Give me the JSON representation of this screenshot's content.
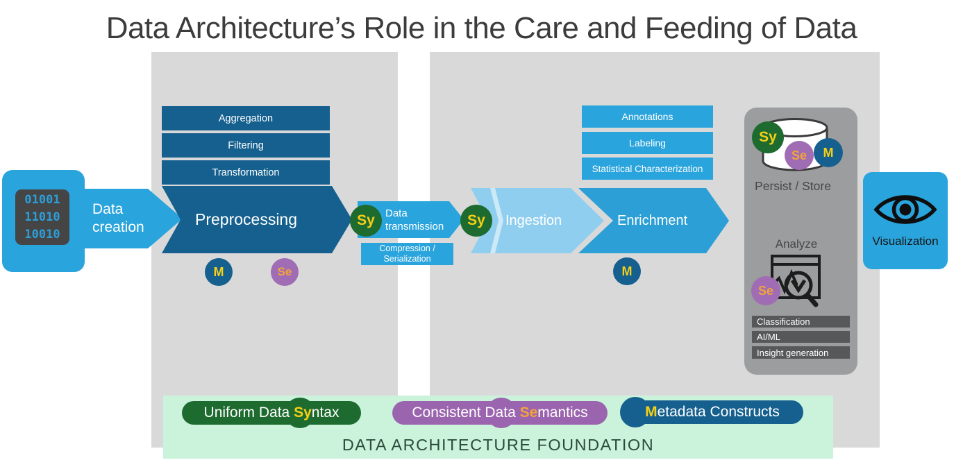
{
  "title": "Data Architecture’s Role in the Care and Feeding of Data",
  "source": {
    "binary": [
      "01001",
      "11010",
      "10010"
    ]
  },
  "flow": {
    "creation_label": "Data creation",
    "preprocessing": {
      "label": "Preprocessing",
      "items": [
        "Aggregation",
        "Filtering",
        "Transformation"
      ]
    },
    "transmission": {
      "line1": "Data",
      "line2": "transmission",
      "sub": "Compression / Serialization"
    },
    "ingestion_label": "Ingestion",
    "enrichment": {
      "label": "Enrichment",
      "items": [
        "Annotations",
        "Labeling",
        "Statistical Characterization"
      ]
    }
  },
  "store": {
    "persist_label": "Persist / Store",
    "analyze_label": "Analyze",
    "analysis_items": [
      "Classification",
      "AI/ML",
      "Insight generation"
    ]
  },
  "visualization_label": "Visualization",
  "badges": {
    "syntax": "Sy",
    "semantics": "Se",
    "metadata": "M"
  },
  "foundation": {
    "caption": "DATA ARCHITECTURE FOUNDATION",
    "pills": [
      {
        "pre": "Uniform Data ",
        "highlight": "Sy",
        "post": "ntax"
      },
      {
        "pre": "Consistent Data ",
        "highlight": "Se",
        "post": "mantics"
      },
      {
        "pre": "",
        "highlight": "M",
        "post": "etadata Constructs"
      }
    ]
  },
  "colors": {
    "blue": "#2AA4DC",
    "blue_dark": "#15608F",
    "blue_light": "#8FCEEF",
    "green": "#1E6B30",
    "purple": "#A06CB4",
    "purple_pill": "#9B64AE",
    "yellow": "#F6CF16",
    "orange": "#F2A43C",
    "panel": "#D9D9D9",
    "panel_dark": "#9C9D9E",
    "box_dark": "#57585A",
    "banner": "#CBF3DC",
    "ink": "#3C3C3C",
    "banner_ink": "#2C4B3B"
  }
}
